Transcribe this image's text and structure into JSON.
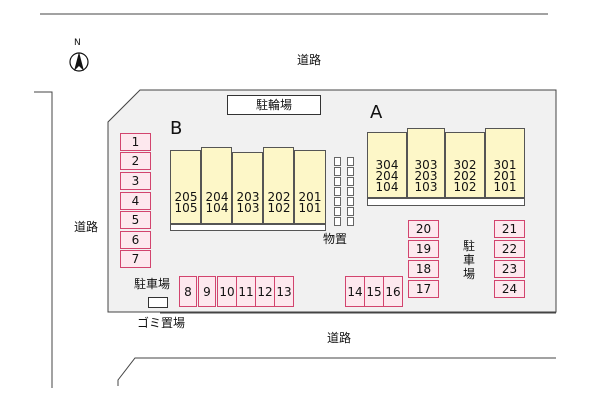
{
  "map": {
    "north_label": "N",
    "roads": {
      "top": "道路",
      "left": "道路",
      "bottom": "道路"
    },
    "bicycle_parking": "駐輪場",
    "storage": "物置",
    "parking_label_left": "駐車場",
    "parking_label_right": "駐車場",
    "garbage": "ゴミ置場",
    "building_b": {
      "letter": "B",
      "units": [
        {
          "upper": "205",
          "lower": "105"
        },
        {
          "upper": "204",
          "lower": "104"
        },
        {
          "upper": "203",
          "lower": "103"
        },
        {
          "upper": "202",
          "lower": "102"
        },
        {
          "upper": "201",
          "lower": "101"
        }
      ]
    },
    "building_a": {
      "letter": "A",
      "units": [
        {
          "top": "304",
          "mid": "204",
          "low": "104"
        },
        {
          "top": "303",
          "mid": "203",
          "low": "103"
        },
        {
          "top": "302",
          "mid": "202",
          "low": "102"
        },
        {
          "top": "301",
          "mid": "201",
          "low": "101"
        }
      ]
    },
    "parking_left_column": [
      "1",
      "2",
      "3",
      "4",
      "5",
      "6",
      "7"
    ],
    "parking_bottom_left": [
      "8",
      "9",
      "10",
      "11",
      "12",
      "13"
    ],
    "parking_bottom_mid": [
      "14",
      "15",
      "16"
    ],
    "parking_center_column": [
      "20",
      "19",
      "18",
      "17"
    ],
    "parking_right_column": [
      "21",
      "22",
      "23",
      "24"
    ],
    "colors": {
      "parking_fill": "#fde8ee",
      "parking_border": "#d2446e",
      "building_fill": "#fdf7c8",
      "lot_fill": "#f1f1f1"
    }
  }
}
